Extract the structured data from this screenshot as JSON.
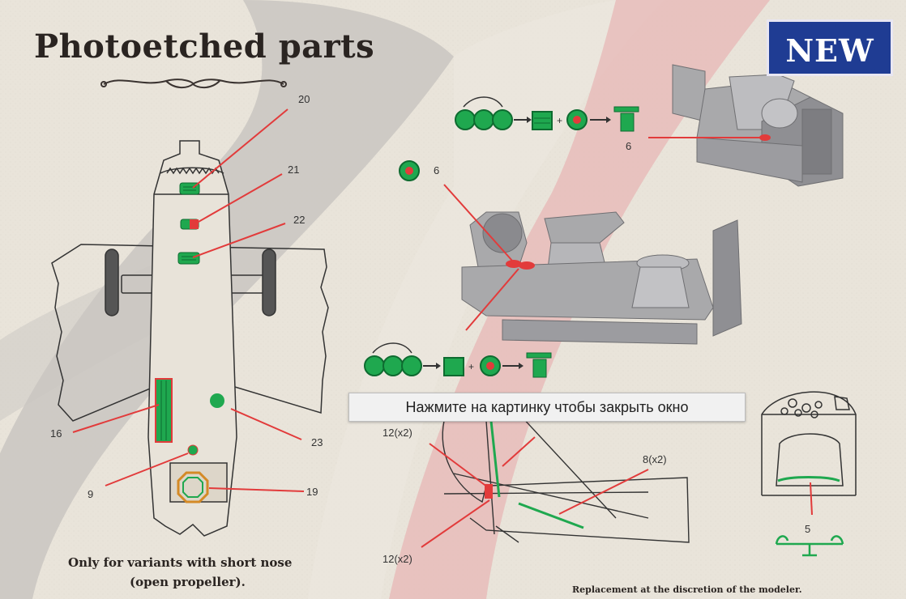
{
  "title": "Photoetched parts",
  "badge": "NEW",
  "colors": {
    "part_green": "#1fa84f",
    "part_green_dark": "#0e6b30",
    "callout_red": "#e23b3b",
    "badge_blue": "#1f3c93"
  },
  "callouts": {
    "n20": "20",
    "n21": "21",
    "n22": "22",
    "n16": "16",
    "n23": "23",
    "n9": "9",
    "n19": "19",
    "n6a": "6",
    "n6b": "6",
    "n12a": "12(x2)",
    "n12b": "12(x2)",
    "n8": "8(x2)",
    "n5": "5"
  },
  "notes": {
    "short_nose_line1": "Only for variants with short nose",
    "short_nose_line2": "(open propeller).",
    "replacement": "Replacement at the discretion of the modeler."
  },
  "tooltip": "Нажмите на картинку чтобы закрыть окно"
}
